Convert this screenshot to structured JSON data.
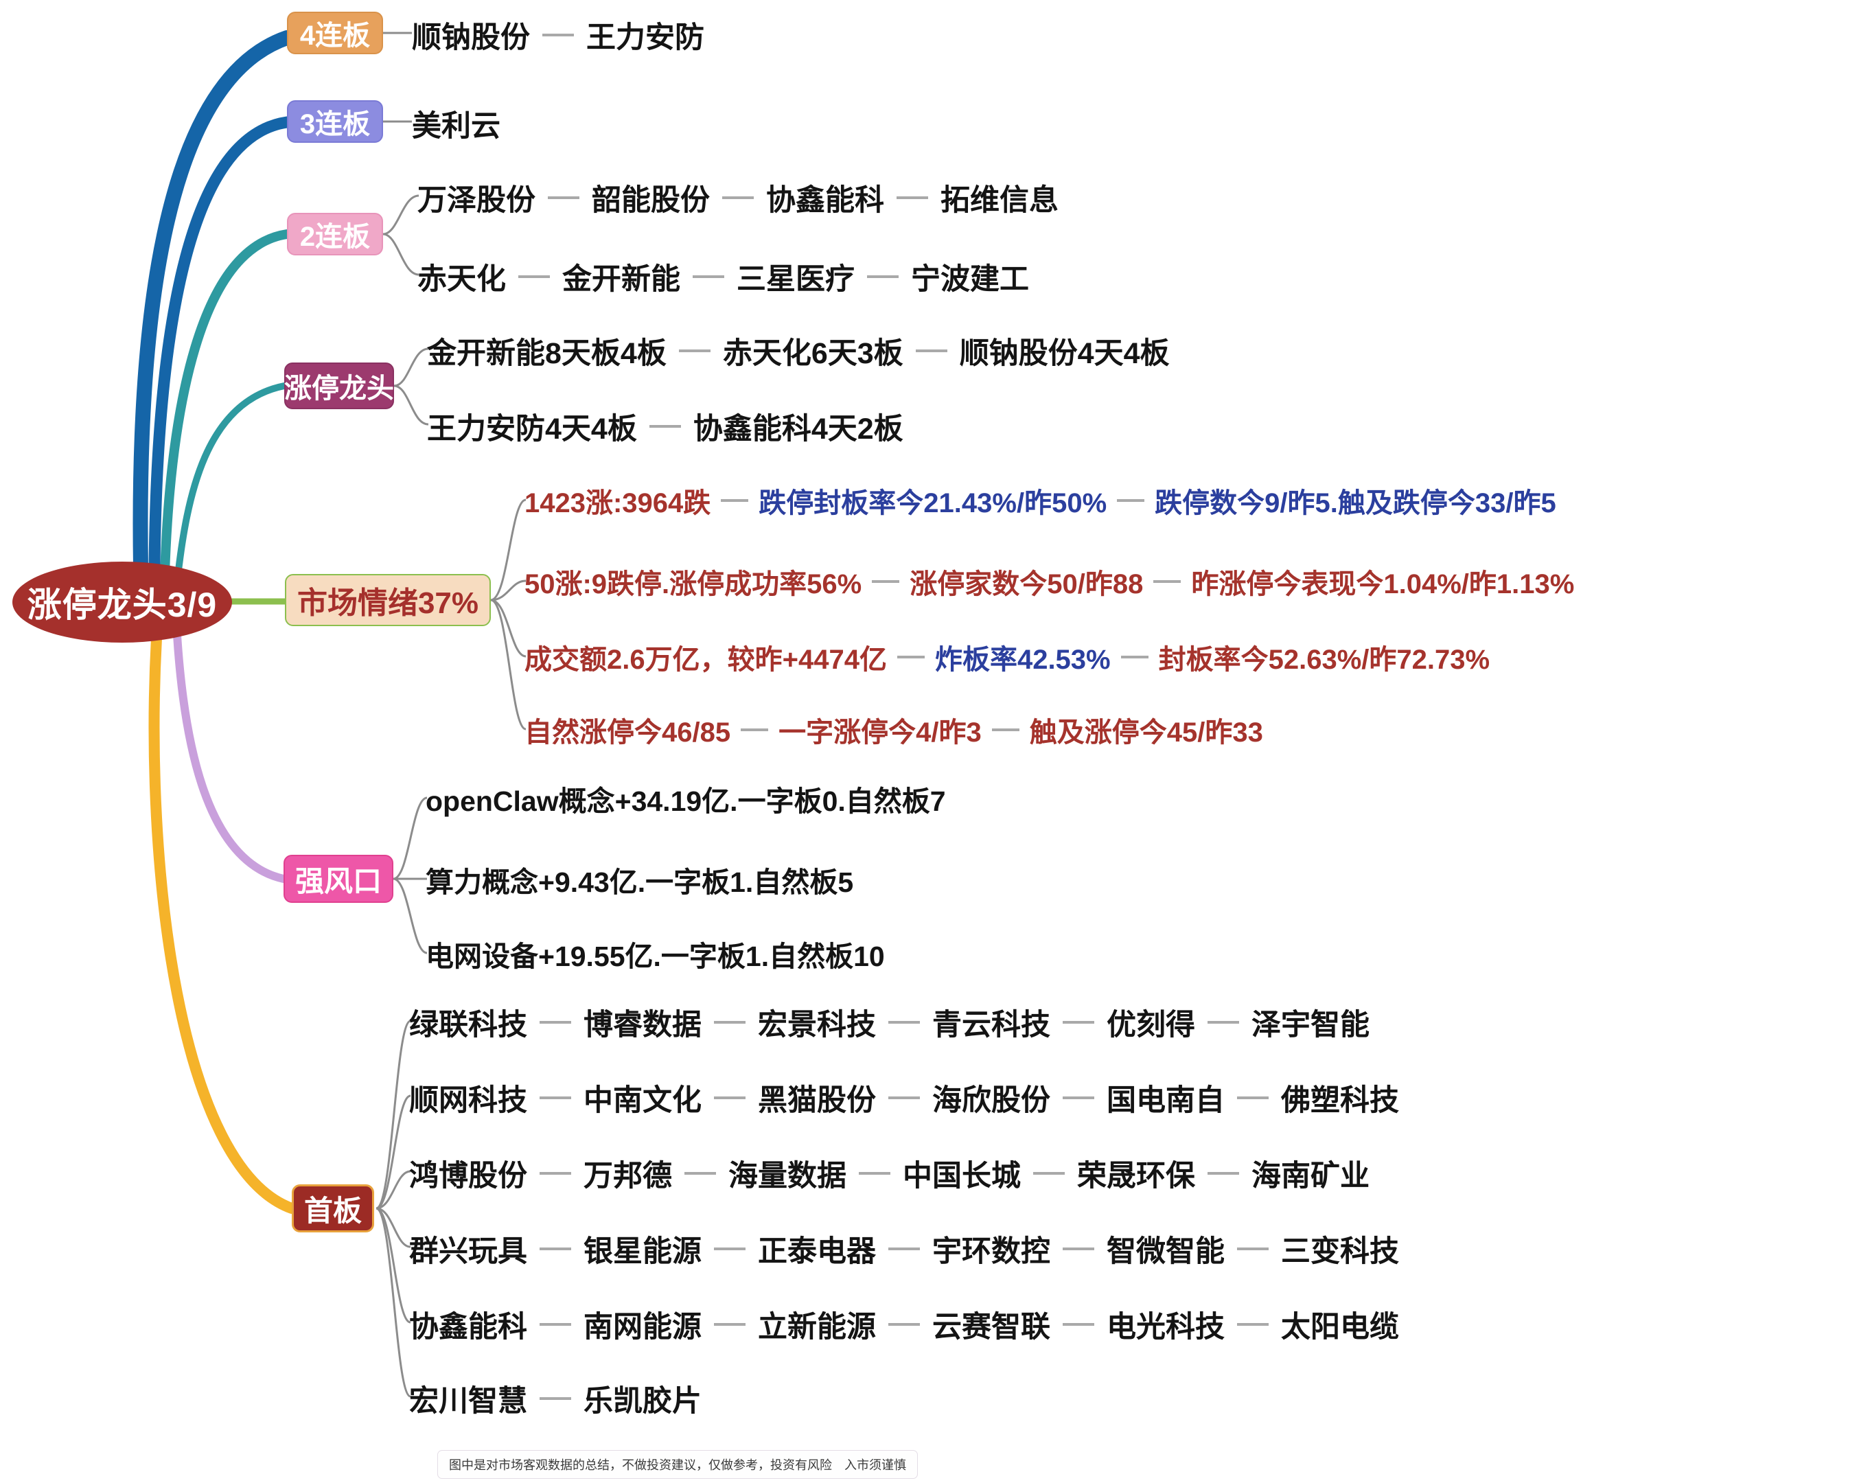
{
  "root": {
    "label": "涨停龙头3/9"
  },
  "colors": {
    "root_bg": "#A5302C",
    "branch_blue": "#1565A8",
    "branch_teal": "#2E9AA0",
    "branch_green": "#8CBF4E",
    "branch_purple": "#C9A0DC",
    "branch_gold": "#F5B32A",
    "leaf_connector": "#A9A9A9",
    "text_red": "#A5332C",
    "text_blue": "#2B3F9E",
    "text_black": "#141414"
  },
  "branches": [
    {
      "key": "four_lianban",
      "label": "4连板",
      "node_bg": "#E7A15C",
      "node_color": "#ffffff",
      "rows": [
        {
          "items": [
            "顺钠股份",
            "王力安防"
          ]
        }
      ]
    },
    {
      "key": "three_lianban",
      "label": "3连板",
      "node_bg": "#8C8CE0",
      "node_color": "#ffffff",
      "rows": [
        {
          "items": [
            "美利云"
          ]
        }
      ]
    },
    {
      "key": "two_lianban",
      "label": "2连板",
      "node_bg": "#F0A8C8",
      "node_color": "#ffffff",
      "rows": [
        {
          "items": [
            "万泽股份",
            "韶能股份",
            "协鑫能科",
            "拓维信息"
          ]
        },
        {
          "items": [
            "赤天化",
            "金开新能",
            "三星医疗",
            "宁波建工"
          ]
        }
      ]
    },
    {
      "key": "ztlt",
      "label": "涨停龙头",
      "node_bg": "#9C3A6E",
      "node_color": "#ffffff",
      "rows": [
        {
          "items": [
            "金开新能8天板4板",
            "赤天化6天3板",
            "顺钠股份4天4板"
          ]
        },
        {
          "items": [
            "王力安防4天4板",
            "协鑫能科4天2板"
          ]
        }
      ]
    },
    {
      "key": "market_sentiment",
      "label": "市场情绪37%",
      "node_bg": "#F7DCC0",
      "node_color": "#A5302C",
      "rows": [
        {
          "items": [
            {
              "text": "1423涨:3964跌",
              "color": "red"
            },
            {
              "text": "跌停封板率今21.43%/昨50%",
              "color": "blue"
            },
            {
              "text": "跌停数今9/昨5.触及跌停今33/昨5",
              "color": "blue"
            }
          ]
        },
        {
          "items": [
            {
              "text": "50涨:9跌停.涨停成功率56%",
              "color": "red"
            },
            {
              "text": "涨停家数今50/昨88",
              "color": "red"
            },
            {
              "text": "昨涨停今表现今1.04%/昨1.13%",
              "color": "red"
            }
          ]
        },
        {
          "items": [
            {
              "text": "成交额2.6万亿，较昨+4474亿",
              "color": "red"
            },
            {
              "text": "炸板率42.53%",
              "color": "blue"
            },
            {
              "text": "封板率今52.63%/昨72.73%",
              "color": "red"
            }
          ]
        },
        {
          "items": [
            {
              "text": "自然涨停今46/85",
              "color": "red"
            },
            {
              "text": "一字涨停今4/昨3",
              "color": "red"
            },
            {
              "text": "触及涨停今45/昨33",
              "color": "red"
            }
          ]
        }
      ]
    },
    {
      "key": "strong_sectors",
      "label": "强风口",
      "node_bg": "#EE57A8",
      "node_color": "#ffffff",
      "rows": [
        {
          "items": [
            "openClaw概念+34.19亿.一字板0.自然板7"
          ]
        },
        {
          "items": [
            "算力概念+9.43亿.一字板1.自然板5"
          ]
        },
        {
          "items": [
            "电网设备+19.55亿.一字板1.自然板10"
          ]
        }
      ]
    },
    {
      "key": "first_board",
      "label": "首板",
      "node_bg": "#9C2B25",
      "node_color": "#ffffff",
      "rows": [
        {
          "items": [
            "绿联科技",
            "博睿数据",
            "宏景科技",
            "青云科技",
            "优刻得",
            "泽宇智能"
          ]
        },
        {
          "items": [
            "顺网科技",
            "中南文化",
            "黑猫股份",
            "海欣股份",
            "国电南自",
            "佛塑科技"
          ]
        },
        {
          "items": [
            "鸿博股份",
            "万邦德",
            "海量数据",
            "中国长城",
            "荣晟环保",
            "海南矿业"
          ]
        },
        {
          "items": [
            "群兴玩具",
            "银星能源",
            "正泰电器",
            "宇环数控",
            "智微智能",
            "三变科技"
          ]
        },
        {
          "items": [
            "协鑫能科",
            "南网能源",
            "立新能源",
            "云赛智联",
            "电光科技",
            "太阳电缆"
          ]
        },
        {
          "items": [
            "宏川智慧",
            "乐凯胶片"
          ]
        }
      ]
    }
  ],
  "footer": {
    "disclaimer": "图中是对市场客观数据的总结，不做投资建议，仅做参考，投资有风险　入市须谨慎"
  }
}
